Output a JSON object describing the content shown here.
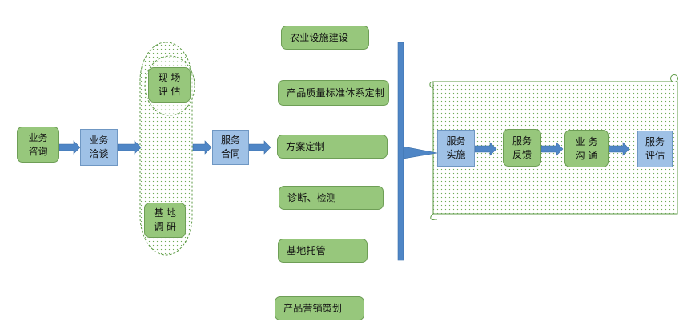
{
  "nodes": {
    "consult": "业务\n咨询",
    "negotiate": "业务\n洽谈",
    "site_eval": "现 场\n评 估",
    "base_survey": "基 地\n调 研",
    "contract": "服务\n合同",
    "implement": "服务\n实施",
    "feedback": "服务\n反馈",
    "communicate": "业 务\n沟 通",
    "evaluate": "服务\n评估"
  },
  "services": [
    "农业设施建设",
    "产品质量标准体系定制",
    "方案定制",
    "诊断、检测",
    "基地托管",
    "产品营销策划"
  ],
  "colors": {
    "green_fill": "#97c77c",
    "green_border": "#6e9e56",
    "blue_fill": "#9fc1e6",
    "blue_border": "#6f97c3",
    "arrow": "#4f86c6",
    "dotted_region": "#6faa57"
  }
}
